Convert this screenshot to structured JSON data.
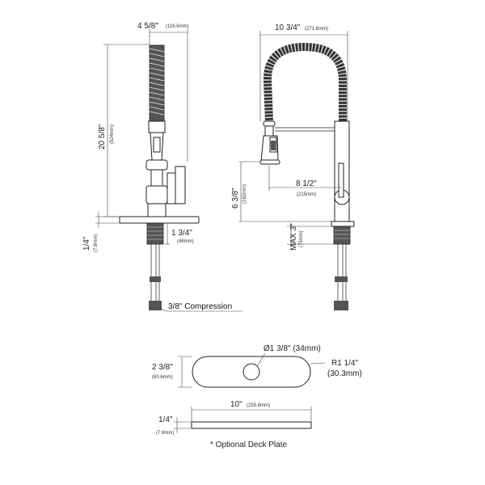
{
  "front": {
    "width": "4 5/8\"",
    "width_mm": "(116.6mm)",
    "height": "20 5/8\"",
    "height_mm": "(524mm)",
    "deck": "1/4\"",
    "deck_mm": "(7.9mm)",
    "shank": "1 3/4\"",
    "shank_mm": "(46mm)",
    "compression": "3/8\" Compression"
  },
  "side": {
    "width": "10 3/4\"",
    "width_mm": "(271.6mm)",
    "reach": "8 1/2\"",
    "reach_mm": "(215mm)",
    "handle_height": "6 3/8\"",
    "handle_height_mm": "(162mm)",
    "max": "MAX 3\"",
    "max_mm": "(75mm)"
  },
  "plate": {
    "hole": "Ø1 3/8\" (34mm)",
    "radius": "R1 1/4\"",
    "radius_mm": "(30.3mm)",
    "depth": "2 3/8\"",
    "depth_mm": "(60.6mm)",
    "length": "10\"",
    "length_mm": "(255.6mm)",
    "thickness": "1/4\"",
    "thickness_mm": "(7.9mm)",
    "note": "* Optional Deck Plate"
  }
}
